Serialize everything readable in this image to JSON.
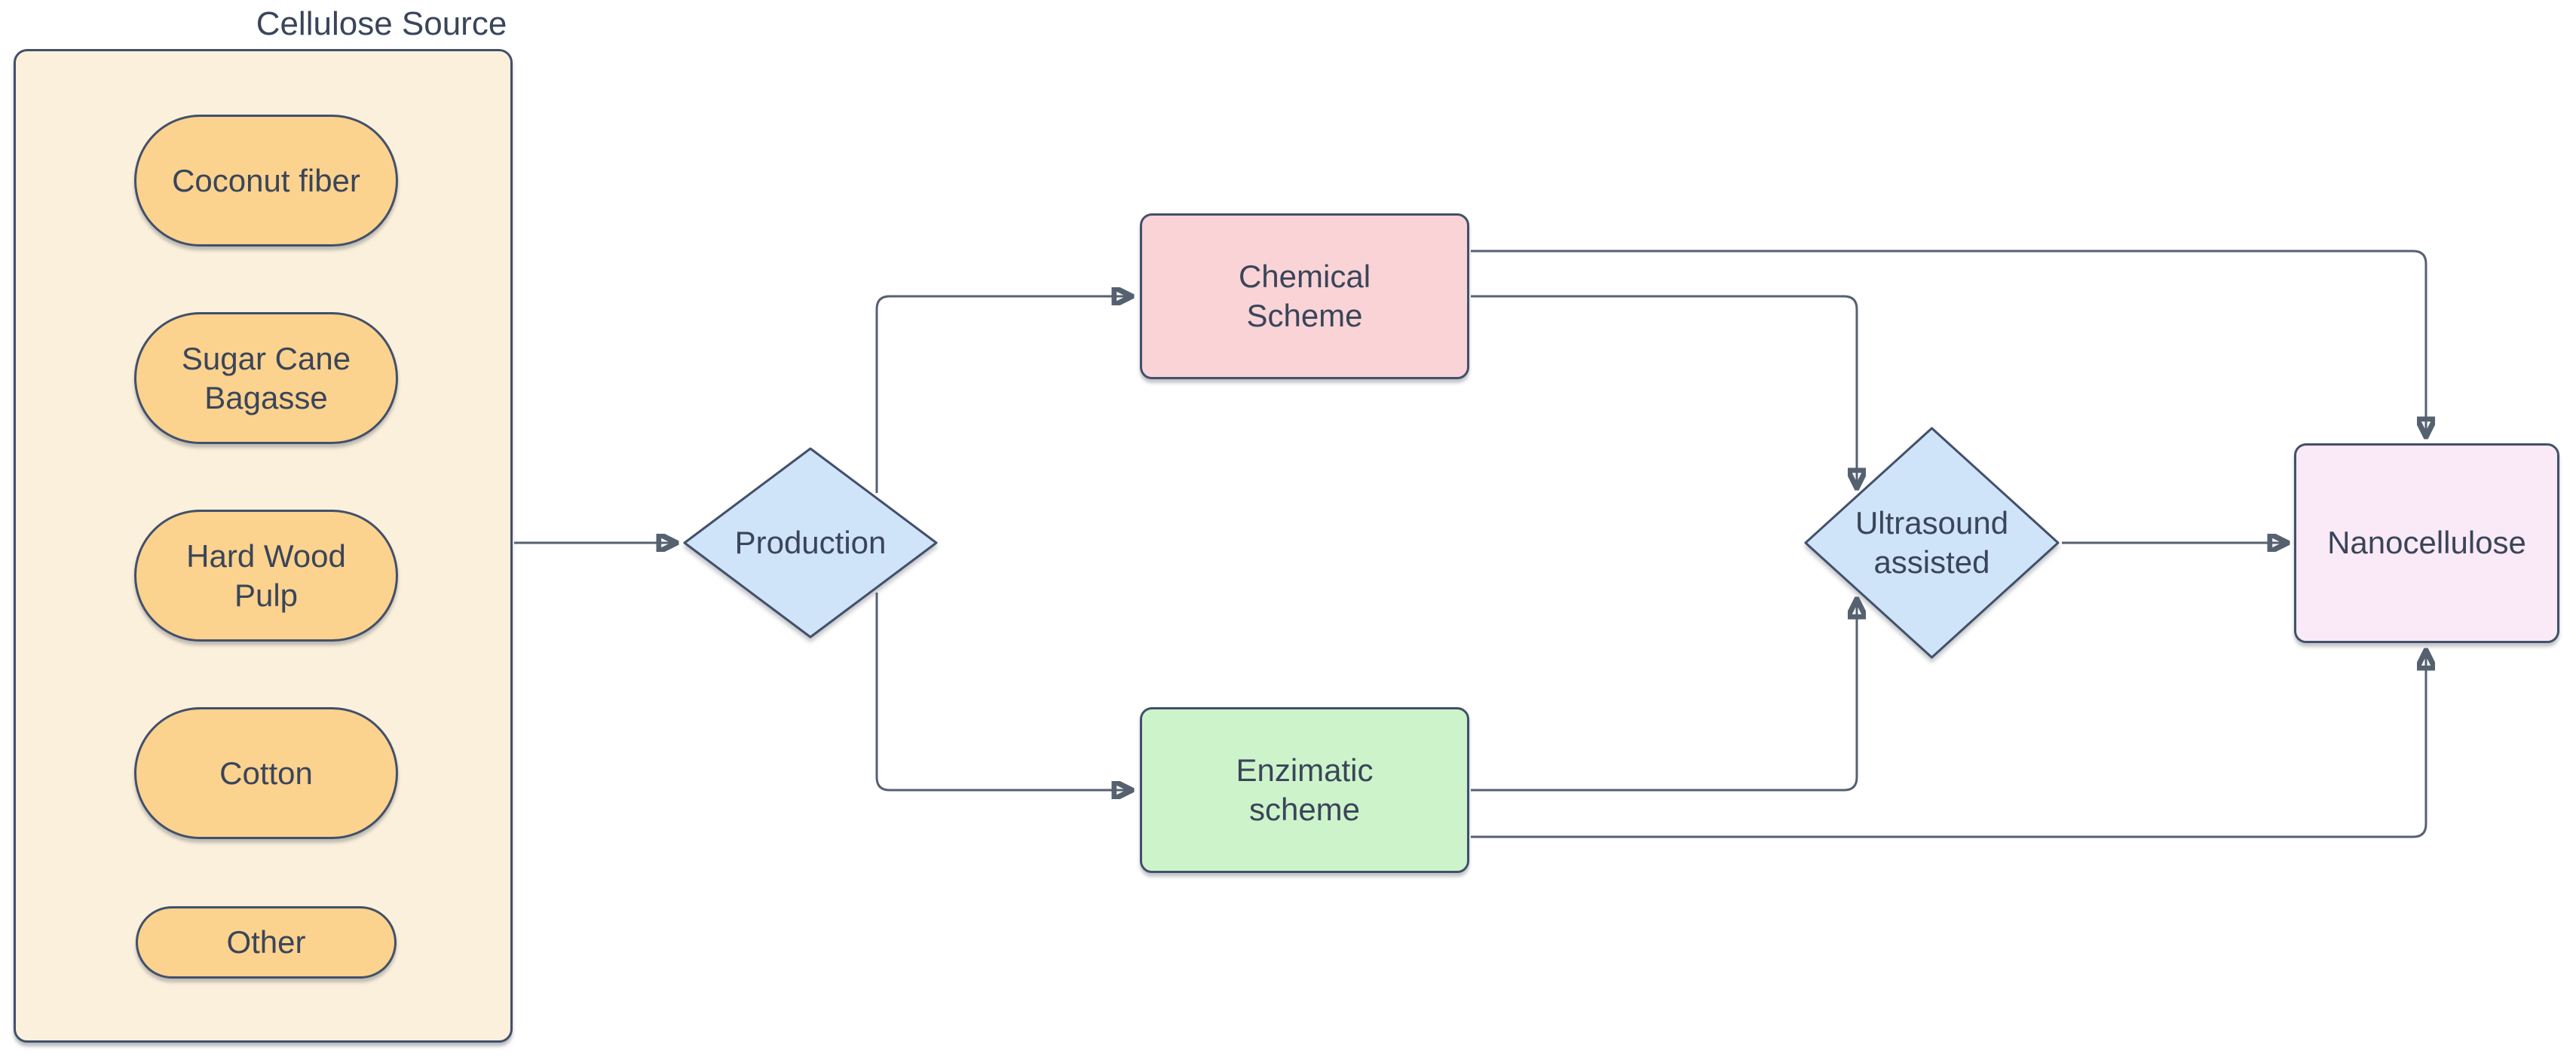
{
  "group": {
    "title": "Cellulose Source",
    "fill": "#fbf0db",
    "border": "#42506a"
  },
  "sources": {
    "fill": "#fbd28e",
    "items": [
      {
        "label": "Coconut fiber"
      },
      {
        "label": "Sugar Cane Bagasse"
      },
      {
        "label": "Hard Wood Pulp"
      },
      {
        "label": "Cotton"
      },
      {
        "label": "Other"
      }
    ]
  },
  "nodes": {
    "production": {
      "label": "Production",
      "shape": "diamond",
      "fill": "#cfe3f9"
    },
    "chemical": {
      "label": "Chemical Scheme",
      "shape": "rectangle",
      "fill": "#f9d3d6"
    },
    "enzimatic": {
      "label": "Enzimatic scheme",
      "shape": "rectangle",
      "fill": "#cdf3cb"
    },
    "ultrasound": {
      "label": "Ultrasound assisted",
      "shape": "diamond",
      "fill": "#cfe3f9"
    },
    "nanocellulose": {
      "label": "Nanocellulose",
      "shape": "rectangle",
      "fill": "#fae9f6"
    }
  },
  "connectors": [
    {
      "from": "Cellulose Source",
      "to": "Production"
    },
    {
      "from": "Production",
      "to": "Chemical Scheme"
    },
    {
      "from": "Production",
      "to": "Enzimatic scheme"
    },
    {
      "from": "Chemical Scheme",
      "to": "Nanocellulose"
    },
    {
      "from": "Chemical Scheme",
      "to": "Ultrasound assisted"
    },
    {
      "from": "Enzimatic scheme",
      "to": "Ultrasound assisted"
    },
    {
      "from": "Enzimatic scheme",
      "to": "Nanocellulose"
    },
    {
      "from": "Ultrasound assisted",
      "to": "Nanocellulose"
    }
  ],
  "colors": {
    "background": "#ffffff",
    "line": "#566170",
    "arrowhead": "#3a4450",
    "shape_border": "#42506a",
    "text": "#3a4559"
  }
}
